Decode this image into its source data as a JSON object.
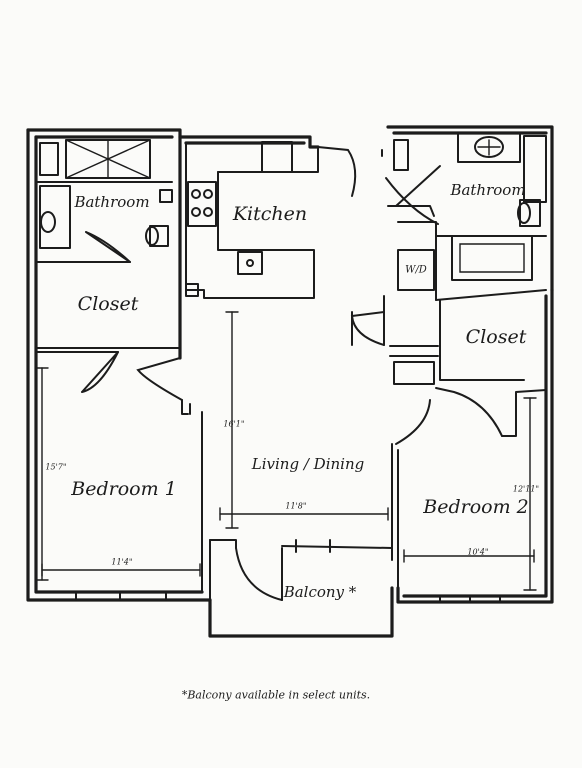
{
  "rooms": {
    "bathroom_left": "Bathroom",
    "bathroom_right": "Bathroom",
    "kitchen": "Kitchen",
    "closet_left": "Closet",
    "closet_right": "Closet",
    "washer_dryer": "W/D",
    "living_dining": "Living / Dining",
    "bedroom_1": "Bedroom 1",
    "bedroom_2": "Bedroom 2",
    "balcony": "Balcony *"
  },
  "dimensions": {
    "bedroom_1_depth": "15'7\"",
    "bedroom_1_width": "11'4\"",
    "living_depth": "16'1\"",
    "living_width": "11'8\"",
    "bedroom_2_depth": "12'11\"",
    "bedroom_2_width": "10'4\""
  },
  "footnote": "*Balcony available in select units."
}
